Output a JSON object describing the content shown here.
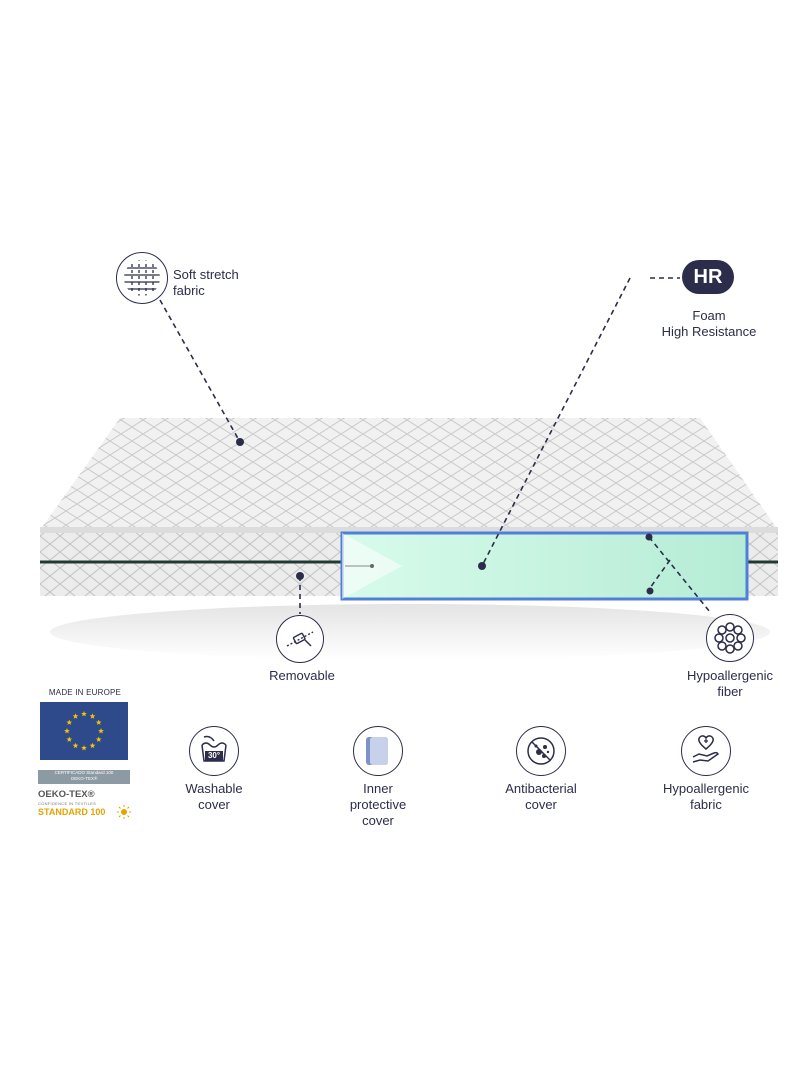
{
  "callouts": {
    "soft_stretch": "Soft stretch\nfabric",
    "hr_badge": "HR",
    "hr_caption": "Foam\nHigh Resistance",
    "removable": "Removable",
    "hypo_fiber": "Hypoallergenic\nfiber"
  },
  "features": [
    {
      "label": "Washable\ncover",
      "icon": "washing-30-icon",
      "badge": "30°"
    },
    {
      "label": "Inner\nprotective\ncover",
      "icon": "inner-cover-icon"
    },
    {
      "label": "Antibacterial\ncover",
      "icon": "antibacterial-icon"
    },
    {
      "label": "Hypoallergenic\nfabric",
      "icon": "hand-heart-icon"
    }
  ],
  "certs": {
    "made_in": "MADE IN EUROPE",
    "cert_line1": "CERTIFICADO Standard 100",
    "cert_line2": "OEKO-TEX®",
    "oeko_title": "OEKO-TEX®",
    "oeko_tagline": "CONFIDENCE IN TEXTILES",
    "oeko_standard": "STANDARD 100"
  },
  "colors": {
    "navy": "#2b2d4a",
    "eu_blue": "#2e4a8a",
    "eu_star": "#f2c500",
    "foam_green": "#bff0dc",
    "foam_blue": "#4f7fd6",
    "seam": "#1f3b34",
    "oeko_yellow": "#e3a400"
  }
}
